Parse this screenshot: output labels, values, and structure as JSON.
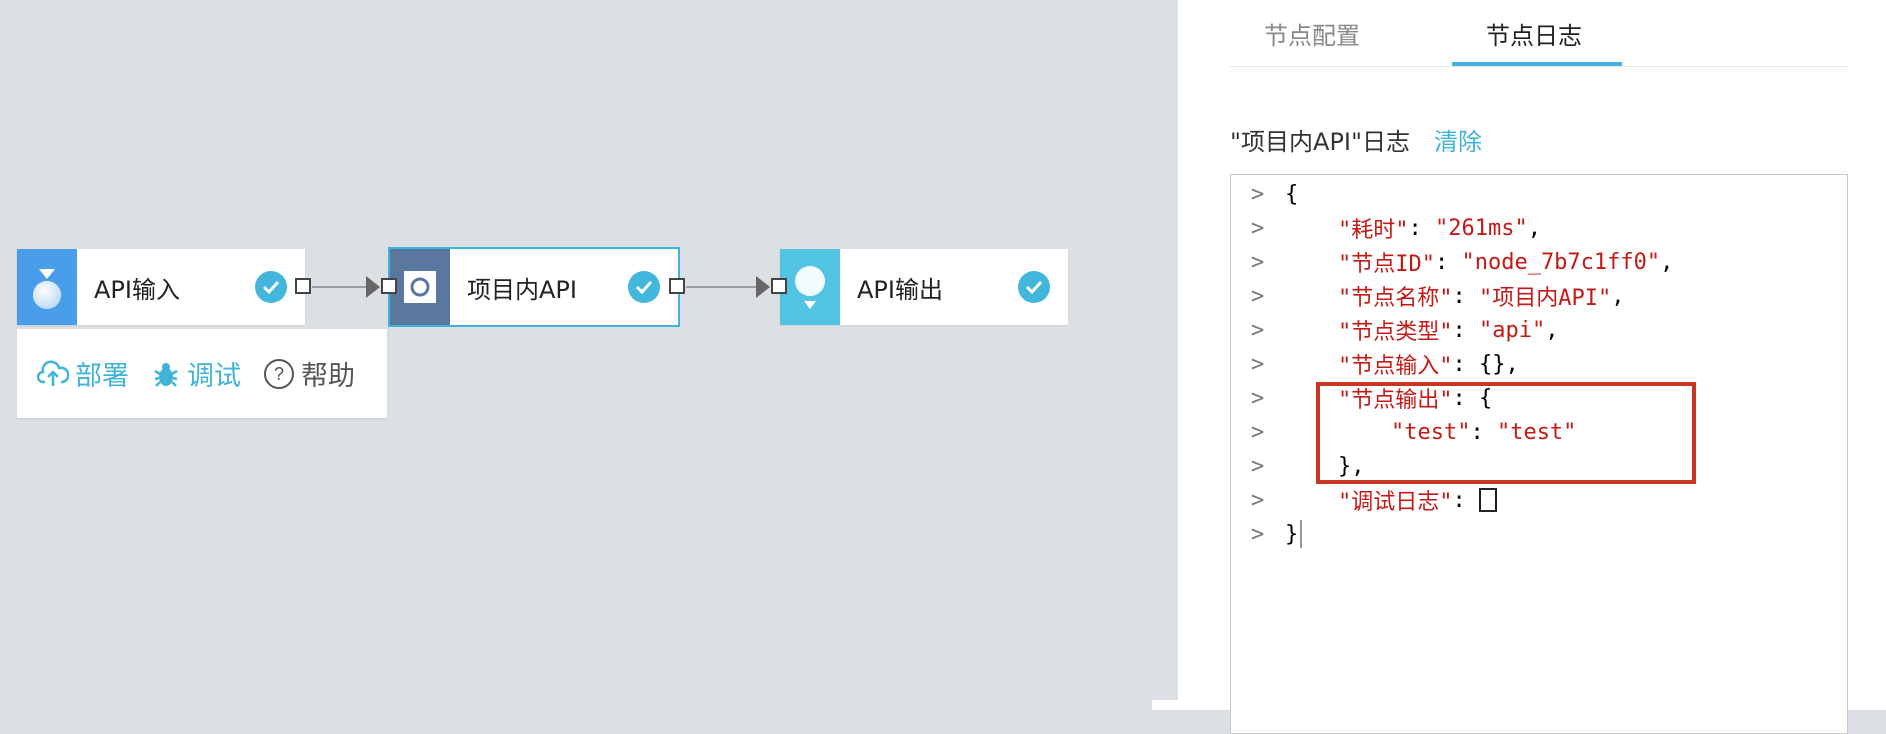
{
  "nodes": {
    "api_input": {
      "label": "API输入",
      "status": "success"
    },
    "project_api": {
      "label": "项目内API",
      "status": "success"
    },
    "api_output": {
      "label": "API输出",
      "status": "success"
    }
  },
  "toolbar": {
    "deploy_label": "部署",
    "debug_label": "调试",
    "help_label": "帮助"
  },
  "panel": {
    "tabs": [
      {
        "label": "节点配置",
        "active": false
      },
      {
        "label": "节点日志",
        "active": true
      }
    ],
    "log_title": "\"项目内API\"日志",
    "clear_label": "清除"
  },
  "log": {
    "open_brace": "{",
    "elapsed_key": "\"耗时\"",
    "elapsed_val": "\"261ms\"",
    "node_id_key": "\"节点ID\"",
    "node_id_val": "\"node_7b7c1ff0\"",
    "node_name_key": "\"节点名称\"",
    "node_name_val": "\"项目内API\"",
    "node_type_key": "\"节点类型\"",
    "node_type_val": "\"api\"",
    "node_input_key": "\"节点输入\"",
    "node_input_val": "{}",
    "node_output_key": "\"节点输出\"",
    "test_key": "\"test\"",
    "test_val": "\"test\"",
    "close_obj": "},",
    "debug_log_key": "\"调试日志\"",
    "close_brace": "}"
  },
  "colors": {
    "accent": "#3fb4d8",
    "canvas_bg": "#dcdfe3",
    "highlight": "#c9351f",
    "json_key": "#c41a16"
  }
}
